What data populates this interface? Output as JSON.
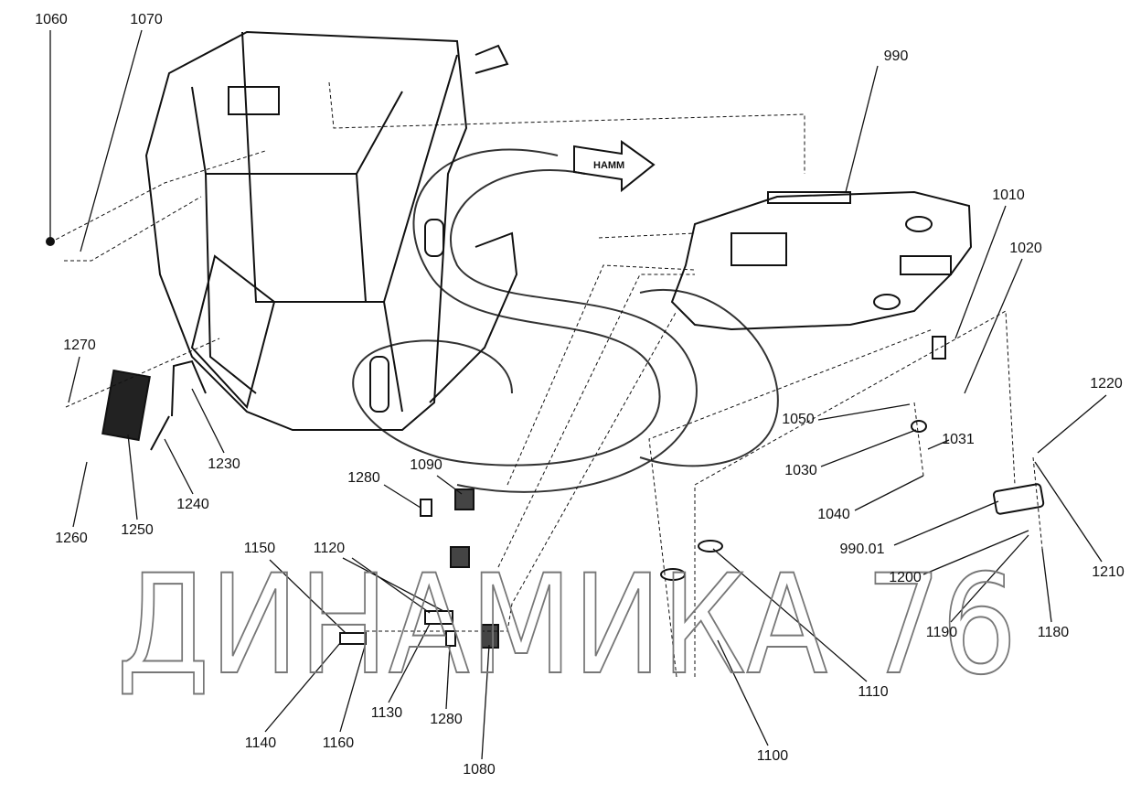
{
  "diagram": {
    "logo_text": "HAMM",
    "watermark": "ДИНАМИКА 76",
    "part_labels": [
      "1060",
      "1070",
      "990",
      "1010",
      "1020",
      "1220",
      "1270",
      "1050",
      "1031",
      "1030",
      "1230",
      "1090",
      "1280",
      "1040",
      "1240",
      "1250",
      "1260",
      "990.01",
      "1200",
      "1210",
      "1150",
      "1120",
      "1190",
      "1180",
      "1110",
      "1130",
      "1280",
      "1140",
      "1160",
      "1100",
      "1080"
    ]
  }
}
